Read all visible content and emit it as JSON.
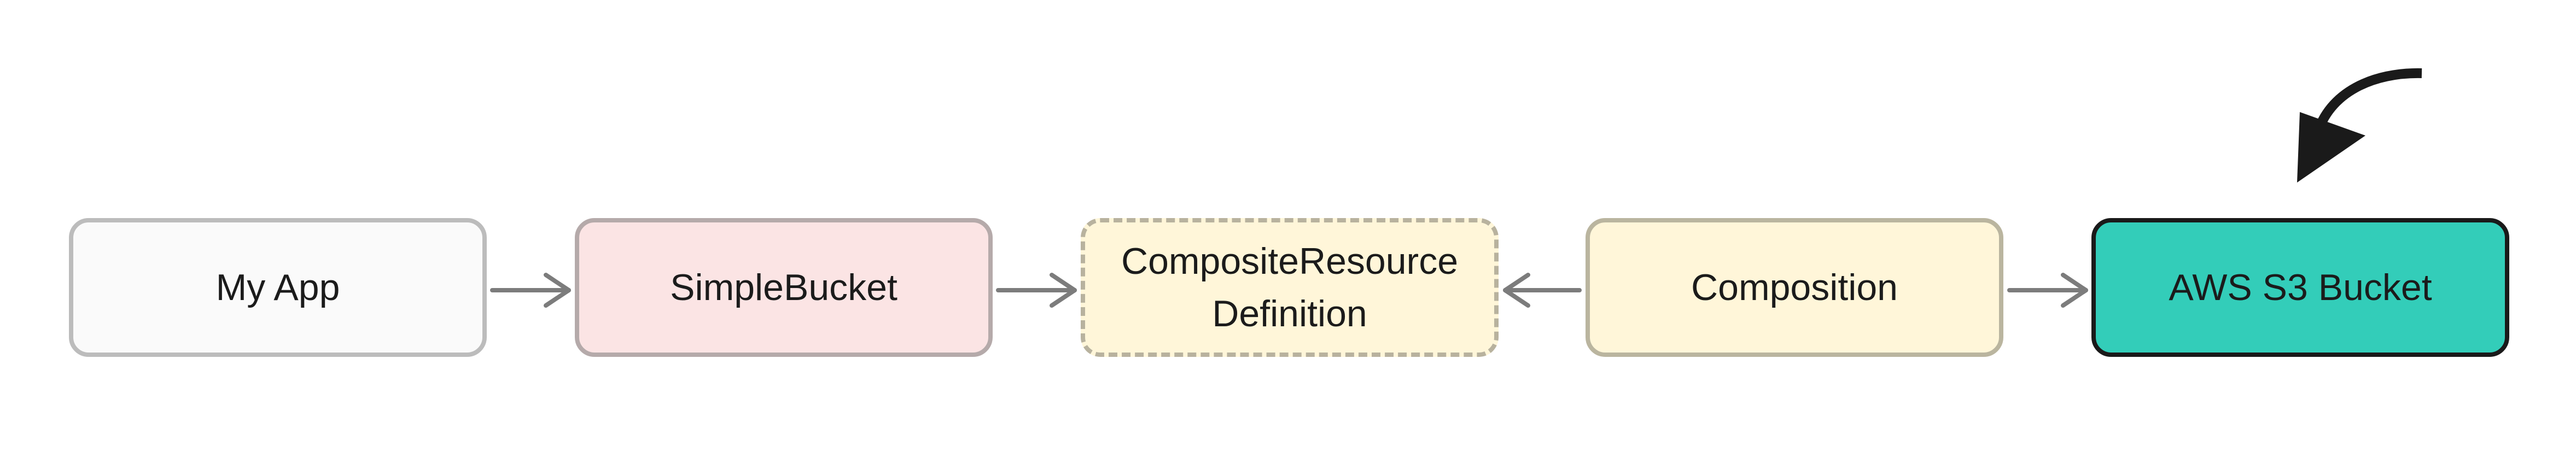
{
  "diagram": {
    "nodes": [
      {
        "id": "my-app",
        "label": "My App",
        "fill": "#fafafa",
        "stroke": "#bcbcbc",
        "style": "solid"
      },
      {
        "id": "simple-bucket",
        "label": "SimpleBucket",
        "fill": "#fbe4e4",
        "stroke": "#b5aaaa",
        "style": "solid"
      },
      {
        "id": "composite-resource-definition",
        "label": "CompositeResource\nDefinition",
        "fill": "#fff6d9",
        "stroke": "#b8b29e",
        "style": "dashed"
      },
      {
        "id": "composition",
        "label": "Composition",
        "fill": "#fff6d9",
        "stroke": "#bab59f",
        "style": "solid"
      },
      {
        "id": "aws-s3-bucket",
        "label": "AWS S3 Bucket",
        "fill": "#33cdb9",
        "stroke": "#1a1a1a",
        "style": "solid"
      }
    ],
    "edges": [
      {
        "from": "my-app",
        "to": "simple-bucket"
      },
      {
        "from": "simple-bucket",
        "to": "composite-resource-definition"
      },
      {
        "from": "composition",
        "to": "composite-resource-definition"
      },
      {
        "from": "composition",
        "to": "aws-s3-bucket"
      }
    ],
    "colors": {
      "edge": "#7c7c7c",
      "pointer_arrow": "#1a1a1a"
    },
    "icons": {
      "pointer": "curved-arrow-icon"
    }
  }
}
